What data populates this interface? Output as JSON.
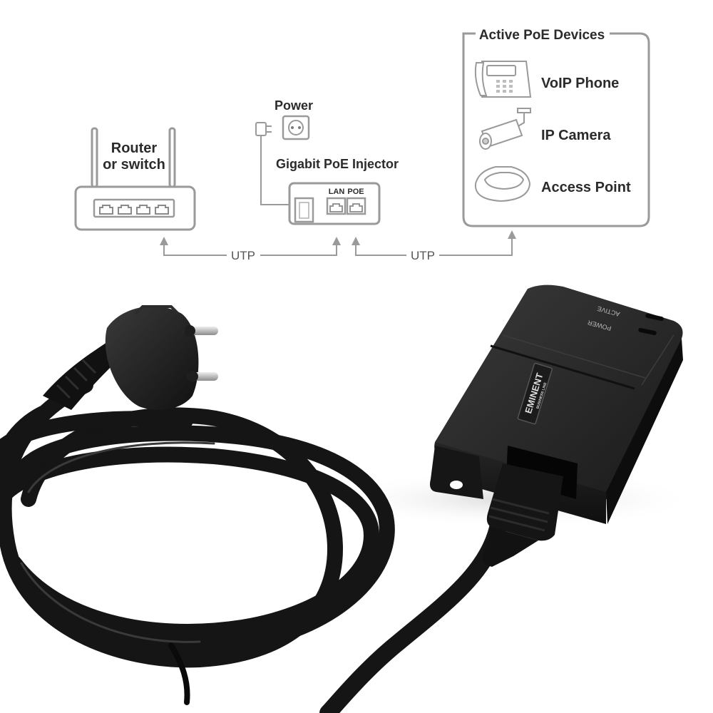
{
  "diagram": {
    "router_label_line1": "Router",
    "router_label_line2": "or switch",
    "power_label": "Power",
    "injector_label": "Gigabit PoE Injector",
    "port_lan": "LAN",
    "port_poe": "POE",
    "utp_left": "UTP",
    "utp_right": "UTP",
    "devices_group_title": "Active PoE Devices",
    "devices": [
      {
        "label": "VoIP Phone",
        "icon": "voip-phone-icon"
      },
      {
        "label": "IP Camera",
        "icon": "ip-camera-icon"
      },
      {
        "label": "Access Point",
        "icon": "access-point-icon"
      }
    ]
  },
  "product": {
    "brand_text": "EMINENT",
    "brand_subtext": "BUSINESS LINE",
    "led_active": "ACTIVE",
    "led_power": "POWER"
  },
  "colors": {
    "line": "#9a9a9a",
    "text": "#2b2b2b",
    "device_body": "#1c1c1c",
    "cable": "#141414",
    "plug_pin": "#c9c9c9",
    "background": "#ffffff"
  }
}
